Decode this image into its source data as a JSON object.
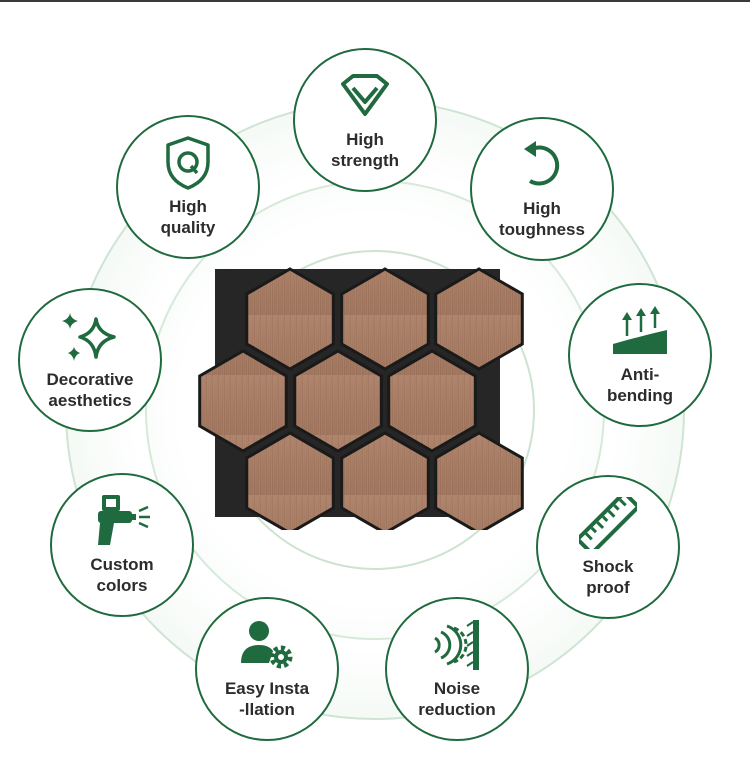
{
  "colors": {
    "accent": "#1f6a3e",
    "text": "#2c2c2c",
    "wood": "#a87e67",
    "board": "#262626"
  },
  "features": [
    {
      "id": "high-strength",
      "label": "High\nstrength",
      "icon": "diamond-chevron-icon"
    },
    {
      "id": "high-toughness",
      "label": "High\ntoughness",
      "icon": "rotate-arrow-icon"
    },
    {
      "id": "anti-bending",
      "label": "Anti-\nbending",
      "icon": "bending-panel-icon"
    },
    {
      "id": "shock-proof",
      "label": "Shock\nproof",
      "icon": "ruler-icon"
    },
    {
      "id": "noise-reduction",
      "label": "Noise\nreduction",
      "icon": "sound-waves-icon"
    },
    {
      "id": "easy-installation",
      "label": "Easy Insta\n-llation",
      "icon": "user-gear-icon"
    },
    {
      "id": "custom-colors",
      "label": "Custom\ncolors",
      "icon": "spray-gun-icon"
    },
    {
      "id": "decorative-aesthetics",
      "label": "Decorative\naesthetics",
      "icon": "sparkles-icon"
    },
    {
      "id": "high-quality",
      "label": "High\nquality",
      "icon": "shield-q-icon"
    }
  ],
  "product": {
    "icon": "hexagon-wood-panel"
  }
}
